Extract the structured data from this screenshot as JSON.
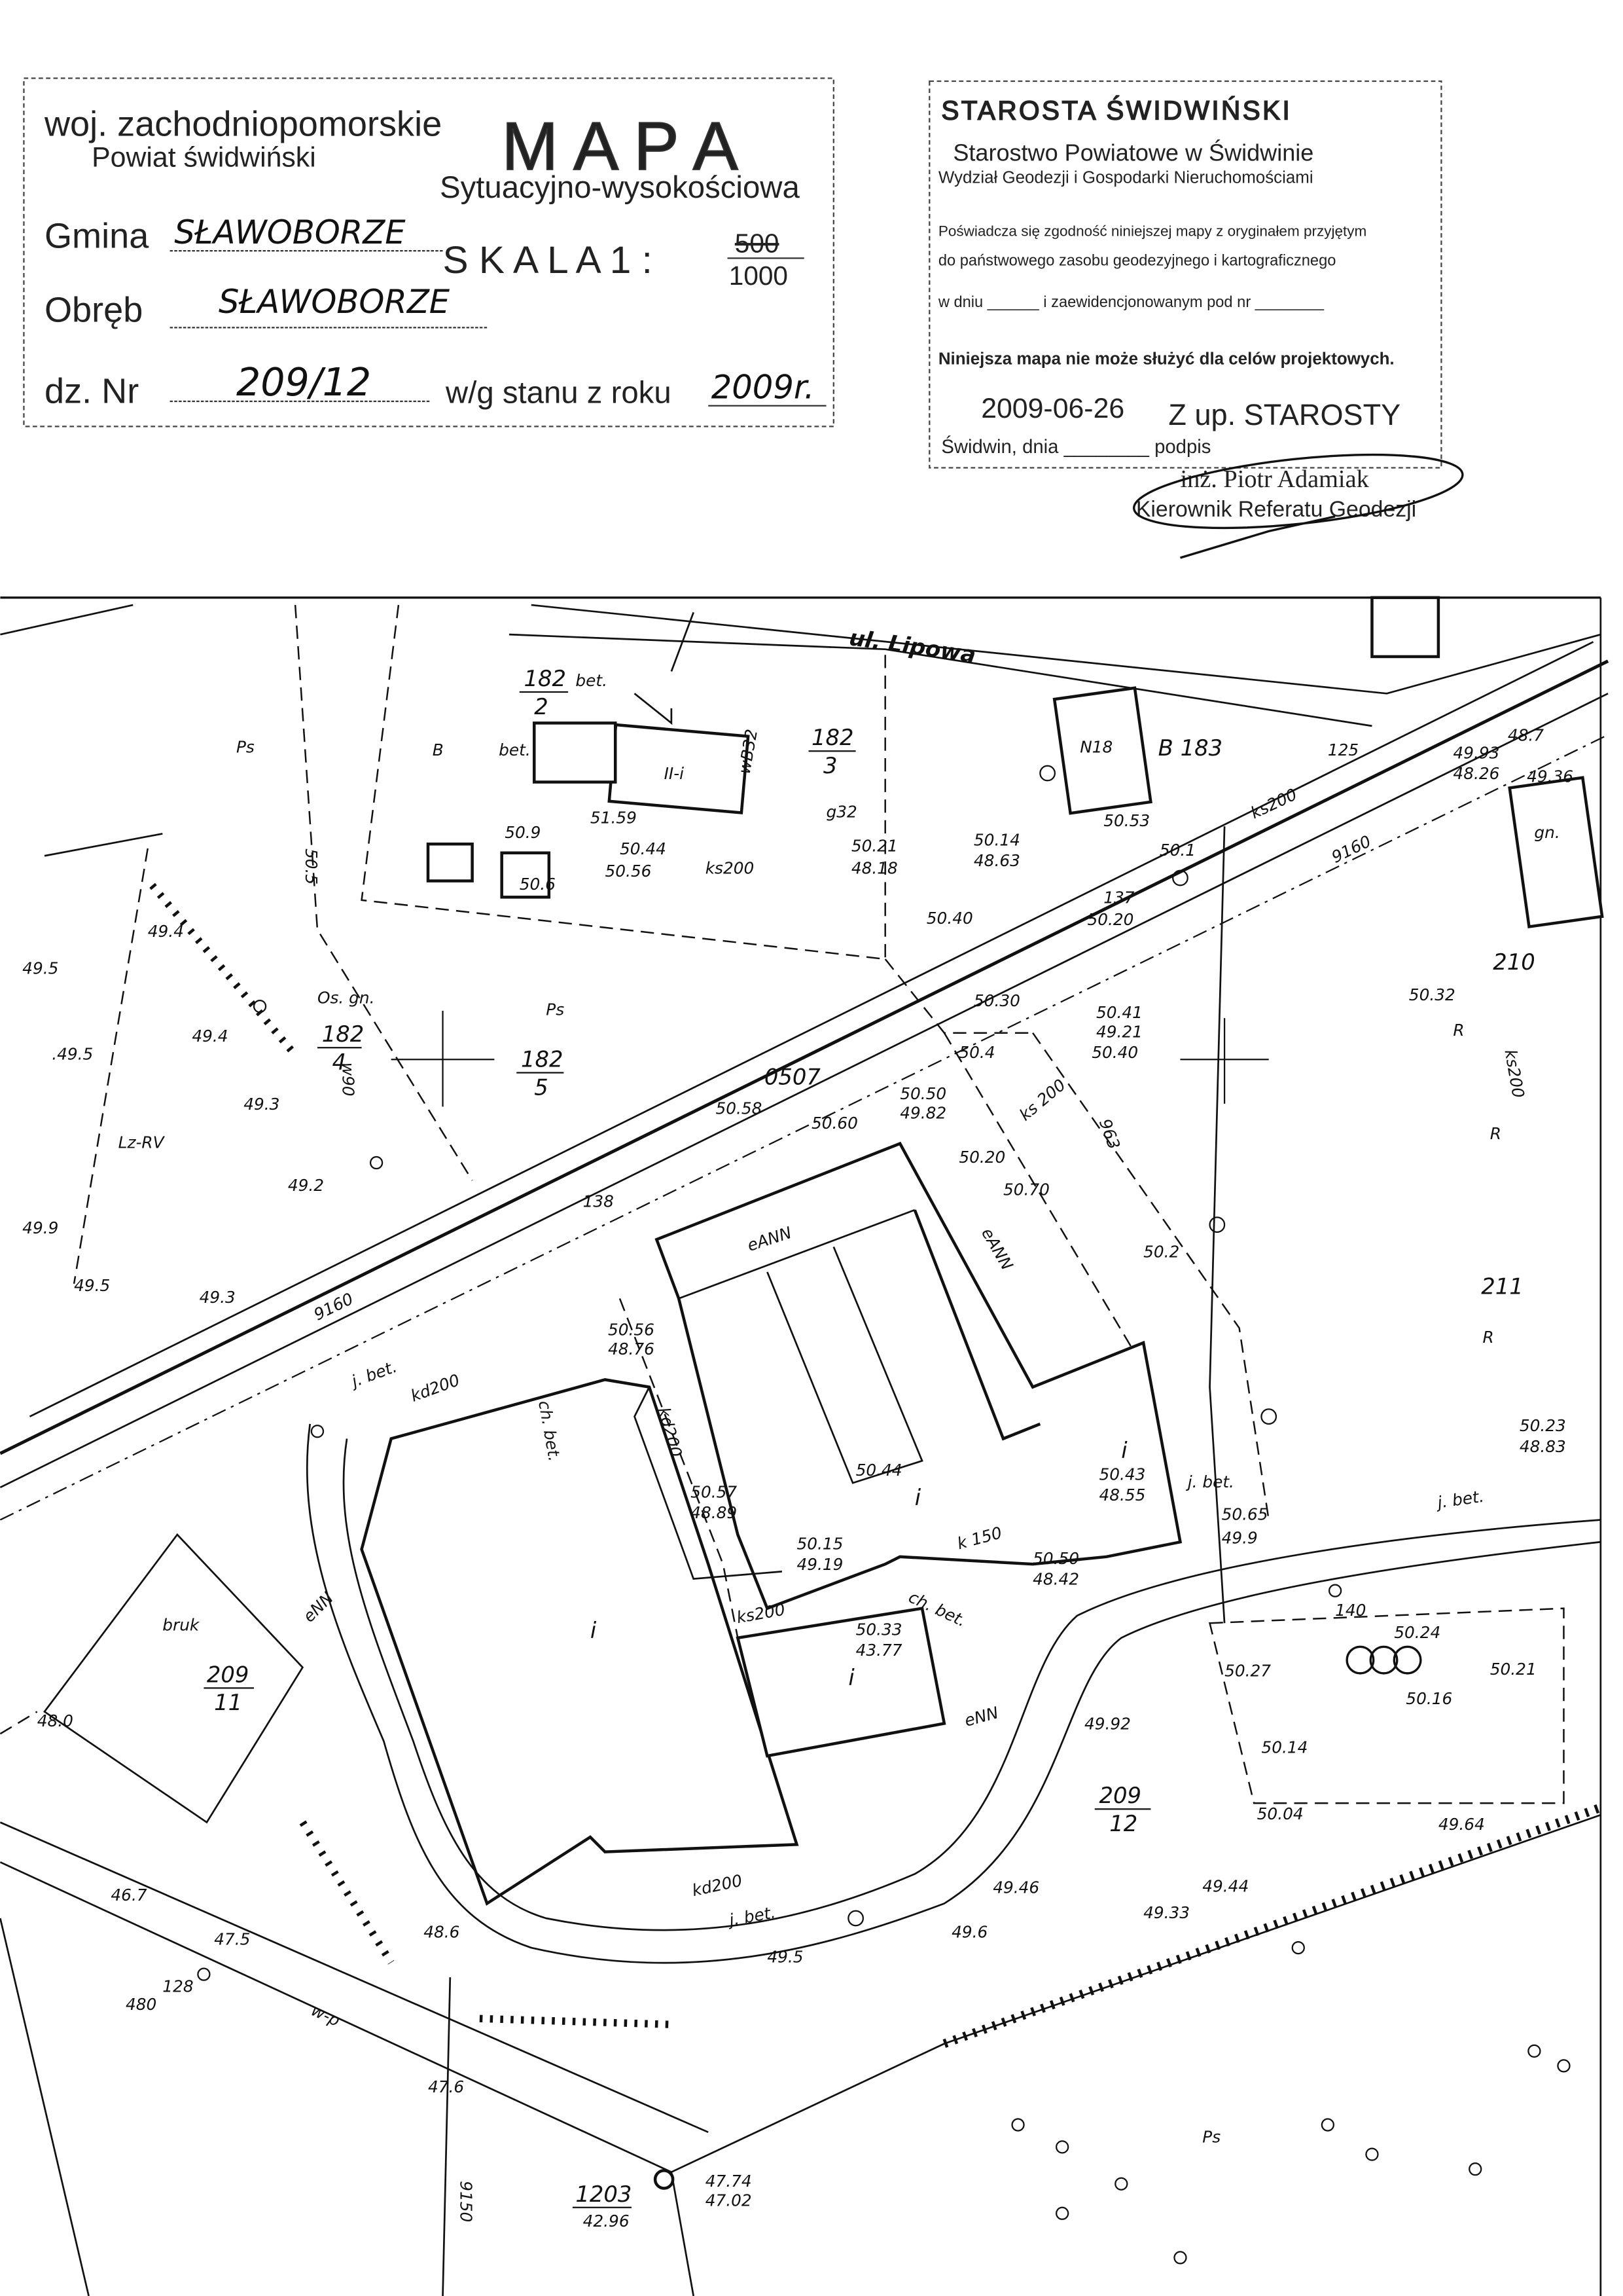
{
  "header_stamp": {
    "voivodeship": "woj. zachodniopomorskie",
    "county": "Powiat świdwiński",
    "map_title": "M A P A",
    "map_subtitle": "Sytuacyjno-wysokościowa",
    "gmina_label": "Gmina",
    "gmina_value": "SŁAWOBORZE",
    "obreb_label": "Obręb",
    "obreb_value": "SŁAWOBORZE",
    "dz_label": "dz. Nr",
    "dz_value": "209/12",
    "scale_label": "S K A L A  1 :",
    "scale_struck": "500",
    "scale_value": "1000",
    "year_label": "w/g stanu z roku",
    "year_value": "2009r."
  },
  "certification_stamp": {
    "authority": "STAROSTA ŚWIDWIŃSKI",
    "office": "Starostwo Powiatowe w Świdwinie",
    "department": "Wydział Geodezji i Gospodarki Nieruchomościami",
    "line1": "Poświadcza się zgodność niniejszej mapy z oryginałem przyjętym",
    "line2": "do państwowego zasobu geodezyjnego i kartograficznego",
    "line3": "w dniu ______ i zaewidencjonowanym pod nr ________",
    "warning": "Niniejsza mapa nie może służyć dla celów projektowych.",
    "date": "2009-06-26",
    "on_behalf": "Z up. STAROSTY",
    "place_date": "Świdwin, dnia ________ podpis",
    "signatory_name": "inż. Piotr Adamiak",
    "signatory_title": "Kierownik Referatu Geodezji"
  },
  "map": {
    "street": "ul. Lipowa",
    "parcels": {
      "p182_2": [
        "182",
        "2"
      ],
      "p182_3": [
        "182",
        "3"
      ],
      "p182_4": [
        "182",
        "4"
      ],
      "p182_5": [
        "182",
        "5"
      ],
      "p209_11": [
        "209",
        "11"
      ],
      "p209_12": [
        "209",
        "12"
      ],
      "p1203": [
        "1203",
        "42.96"
      ],
      "p183": "B 183",
      "p210": "210",
      "p211": "211",
      "p0507": "0507",
      "p137": "137",
      "p138": "138",
      "p140": "140",
      "p125": "125",
      "p128": "128"
    },
    "features": {
      "bld_2i": "II-i",
      "n18": "N18",
      "b1": "B",
      "bet1": "bet.",
      "bet2": "bet.",
      "ps1": "Ps",
      "ps2": "Ps",
      "ps3": "Ps",
      "lz": "Lz-RV",
      "osgn": "Os. gn.",
      "eann1": "eANN",
      "eann2": "eANN",
      "enn1": "eNN",
      "enn2": "eNN",
      "bruk": "bruk",
      "jbet1": "j. bet.",
      "jbet2": "j. bet.",
      "jbet3": "j. bet.",
      "jbet4": "j. bet.",
      "chbet1": "ch. bet.",
      "chbet2": "ch. bet.",
      "kd200a": "kd200",
      "kd200b": "kd200",
      "kd200c": "kd200",
      "ks200a": "ks200",
      "ks200b": "ks 200",
      "ks200c": "ks200",
      "ks200d": "ks200",
      "ks200e": "ks200",
      "k150": "k 150",
      "w9160a": "9160",
      "w9160b": "9160",
      "w9150": "9150",
      "wp": "w-p",
      "w90": "w90",
      "w963": "963",
      "wb32": "wB32",
      "g32": "g32",
      "r1": "R",
      "r2": "R",
      "r3": "R",
      "i1": "i",
      "i2": "i",
      "i3": "i",
      "i4": "i",
      "gn": "gn."
    },
    "elevations": [
      "49.4",
      "49.5",
      ".49.5",
      "49.4",
      "49.3",
      "49.2",
      "49.9",
      "49.5",
      "49.3",
      "50.9",
      "50.6",
      "50.44",
      "50.56",
      "51.59",
      "50.21",
      "48.18",
      "50.14",
      "48.63",
      "50.53",
      "50.1",
      "50.40",
      "50.20",
      "50.30",
      "50.4",
      "50.41",
      "49.21",
      "50.40",
      "50.58",
      "50.60",
      "50.50",
      "49.82",
      "50.20",
      "50.70",
      "50.2",
      "50.44",
      "50.43",
      "48.55",
      "50.57",
      "48.89",
      "50.56",
      "48.76",
      "50.15",
      "49.19",
      "50.33",
      "43.77",
      "50.50",
      "48.42",
      "50.65",
      "49.9",
      "50.27",
      "50.24",
      "50.16",
      "50.21",
      "50.14",
      "50.04",
      "49.92",
      "49.64",
      "49.46",
      "49.33",
      "49.5",
      "49.6",
      "46.7",
      "47.5",
      "480",
      "47.74",
      "47.02",
      "50.23",
      "48.83",
      "49.93",
      "48.26",
      "49.36",
      "48.7",
      "50.32",
      "49.44",
      "48.6",
      "47.6",
      "48.0",
      "50.5"
    ]
  }
}
